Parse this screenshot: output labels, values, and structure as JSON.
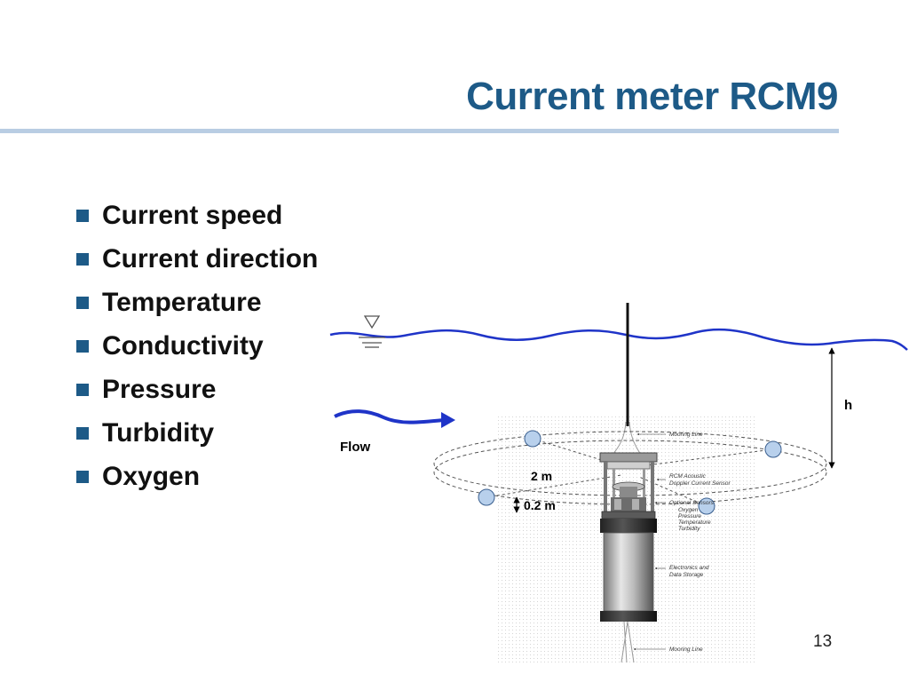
{
  "slide": {
    "title": "Current meter RCM9",
    "page_number": "13"
  },
  "bullets": [
    "Current speed",
    "Current direction",
    "Temperature",
    "Conductivity",
    "Pressure",
    "Turbidity",
    "Oxygen"
  ],
  "diagram": {
    "flow_label": "Flow",
    "height_label": "h",
    "ring_label": "2 m",
    "gap_label": "0.2 m",
    "callouts": {
      "mooring_line_top": "Mooring Line",
      "doppler_sensor_1": "RCM Acoustic",
      "doppler_sensor_2": "Doppler Current Sensor",
      "optional_sensors_1": "Optional Sensors",
      "optional_sensors_2": "Oxygen",
      "optional_sensors_3": "Pressure",
      "optional_sensors_4": "Temperature",
      "optional_sensors_5": "Turbidity",
      "electronics_1": "Electronics and",
      "electronics_2": "Data Storage",
      "mooring_line_bottom": "Mooring Line"
    },
    "colors": {
      "water_line": "#1f34c8",
      "title": "#1d5a87",
      "buoy": "#b8d0ec"
    }
  }
}
